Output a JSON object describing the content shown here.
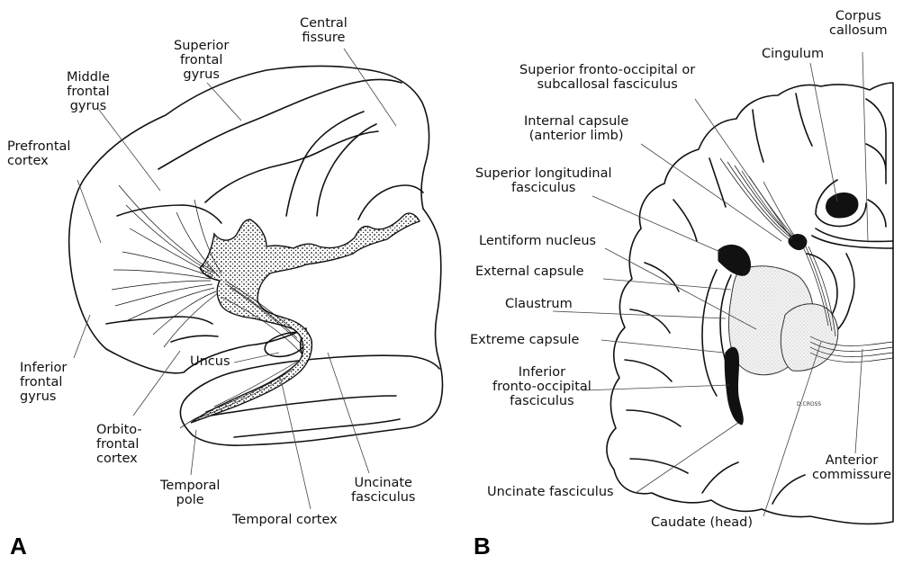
{
  "panels": {
    "a": "A",
    "b": "B"
  },
  "signature": "D.CROSS",
  "panel_a": {
    "central_fissure": "Central\nfissure",
    "superior_frontal_gyrus": "Superior\nfrontal\ngyrus",
    "middle_frontal_gyrus": "Middle\nfrontal\ngyrus",
    "prefrontal_cortex": "Prefrontal\ncortex",
    "inferior_frontal_gyrus": "Inferior\nfrontal\ngyrus",
    "uncus": "Uncus",
    "orbitofrontal_cortex": "Orbito-\nfrontal\ncortex",
    "temporal_pole": "Temporal\npole",
    "temporal_cortex": "Temporal cortex",
    "uncinate_fasciculus": "Uncinate\nfasciculus"
  },
  "panel_b": {
    "corpus_callosum": "Corpus\ncallosum",
    "cingulum": "Cingulum",
    "superior_fronto_occipital": "Superior fronto-occipital or\nsubcallosal fasciculus",
    "internal_capsule": "Internal capsule\n(anterior limb)",
    "superior_longitudinal": "Superior longitudinal\nfasciculus",
    "lentiform_nucleus": "Lentiform nucleus",
    "external_capsule": "External capsule",
    "claustrum": "Claustrum",
    "extreme_capsule": "Extreme capsule",
    "inferior_fronto_occipital": "Inferior\nfronto-occipital\nfasciculus",
    "uncinate_fasciculus": "Uncinate fasciculus",
    "caudate_head": "Caudate (head)",
    "anterior_commissure": "Anterior\ncommissure"
  }
}
